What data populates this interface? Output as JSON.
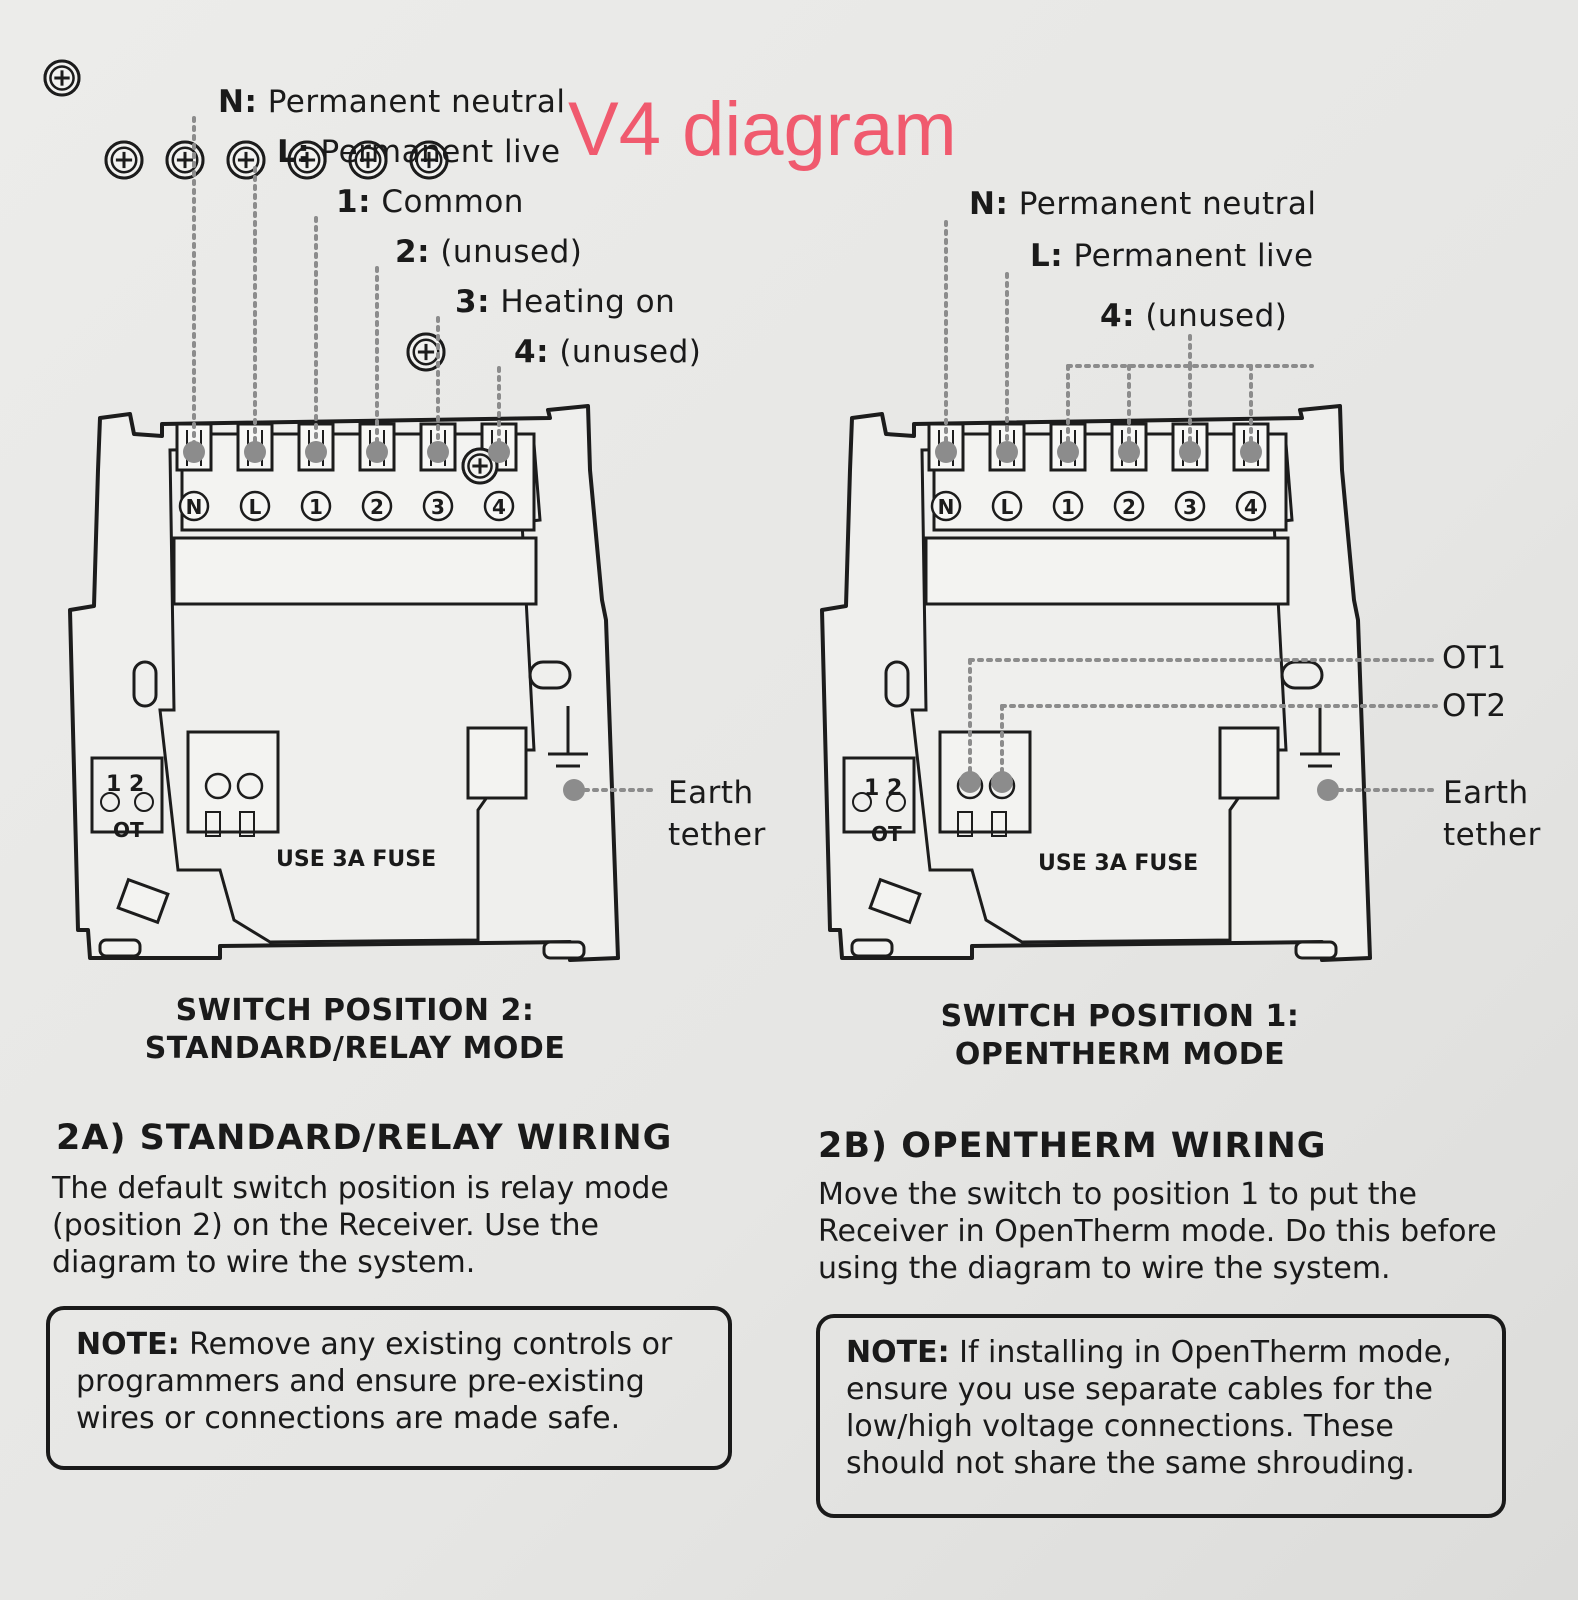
{
  "watermark": "V4 diagram",
  "left_diagram": {
    "labels": [
      {
        "key": "N:",
        "text": "Permanent neutral"
      },
      {
        "key": "L:",
        "text": "Permanent live"
      },
      {
        "key": "1:",
        "text": "Common"
      },
      {
        "key": "2:",
        "text": "(unused)"
      },
      {
        "key": "3:",
        "text": "Heating on"
      },
      {
        "key": "4:",
        "text": "(unused)"
      }
    ],
    "terminals": [
      "N",
      "L",
      "1",
      "2",
      "3",
      "4"
    ],
    "earth_line1": "Earth",
    "earth_line2": "tether",
    "fuse_text": "USE  3A  FUSE",
    "ot_numbers": "1  2",
    "ot_label": "OT",
    "caption_line1": "SWITCH POSITION 2:",
    "caption_line2": "STANDARD/RELAY MODE"
  },
  "right_diagram": {
    "labels": [
      {
        "key": "N:",
        "text": "Permanent neutral"
      },
      {
        "key": "L:",
        "text": "Permanent live"
      },
      {
        "key": "4:",
        "text": "(unused)"
      }
    ],
    "terminals": [
      "N",
      "L",
      "1",
      "2",
      "3",
      "4"
    ],
    "ot1": "OT1",
    "ot2": "OT2",
    "earth_line1": "Earth",
    "earth_line2": "tether",
    "fuse_text": "USE  3A  FUSE",
    "ot_numbers": "1  2",
    "ot_label": "OT",
    "caption_line1": "SWITCH POSITION 1:",
    "caption_line2": "OPENTHERM MODE"
  },
  "section_a": {
    "heading": "2A) STANDARD/RELAY WIRING",
    "body": "The default switch position is relay mode (position 2) on the Receiver. Use the diagram to wire the system.",
    "note_label": "NOTE:",
    "note_text": " Remove any existing controls or programmers and ensure pre-existing wires or connections are made safe."
  },
  "section_b": {
    "heading": "2B) OPENTHERM WIRING",
    "body": "Move the switch to position 1 to put the Receiver in OpenTherm mode. Do this before using the diagram to wire the system.",
    "note_label": "NOTE:",
    "note_text": " If installing in OpenTherm mode, ensure you use separate cables for the low/high voltage connections. These should not share the same shrouding."
  }
}
